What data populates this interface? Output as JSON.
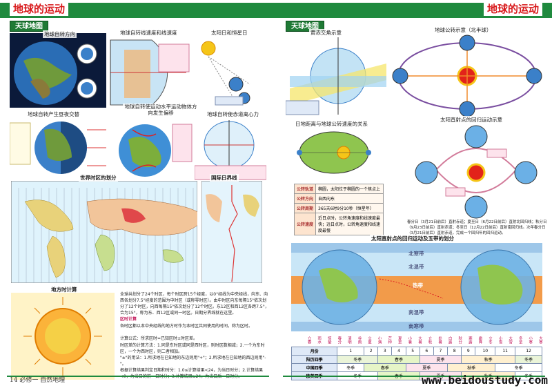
{
  "left_page": {
    "header_title": "地球的运动",
    "tag": "天球地图",
    "captions": {
      "rotation_direction": "地球自转方向",
      "linear_speed": "地球自转线速度和线速度",
      "solar_day": "太阳日和恒星日",
      "day_night": "地球自转产生昼夜交替",
      "deflection": "地球自转使运动水平运动物体方向发生偏移",
      "flattening": "地球自转使赤道离心力",
      "time_zones": "世界时区的划分",
      "date_line": "国际日界线",
      "time_calc": "地方时计算"
    },
    "calc": {
      "subtitle": "区时计算",
      "p1": "全球共划分了24个时区，每个时区跨15个经度，以0°经线为中央经线，向东、向西各划分7.5°经度的范围为中时区（或称零时区）。由中时区向东每隔15°依次划分了12个时区，向西每隔15°依次划分了12个时区。东12区和西12区各跨7.5°，合为15°，称为东、西12区或同一时区。日期分界线就在这里。",
      "p2": "各时区都以本中央经线的地方时作为本时区共同使用的时间，称为区时。",
      "p3": "计算公式：所求区时=已知区时±时区差。",
      "p4": "时区差的计算方法：1.同是东时区或同是西时区，则时区数相减；2.一个为东时区，一个为西时区，则二者相加。",
      "p5": "\"±\"的用法：1.所求地在已知地的东边则用\"+\"；2.所求地在已知地的西边则用\"-\"。",
      "p6": "根据计算结果判定日期和时分：1.0≤计算结果<24，为当日时分；2.计算结果<0，为当日的前一日时分；3.计算结果≥24，为当日后一日时分。"
    },
    "footer": "14  必修一  自然地理"
  },
  "right_page": {
    "header_title": "地球的运动",
    "tag": "天球地图",
    "captions": {
      "obliquity": "黄赤交角示意",
      "orbit": "地球公转示意（北半球）",
      "orbit_speed": "日地距离与地球公转速度的关系",
      "direct_point": "太阳直射点的回归运动示意",
      "zones": "太阳直射点的回归运动及五带的划分"
    },
    "orbit_facts": [
      {
        "k": "公转轨道",
        "v": "椭圆，太阳位于椭圆的一个焦点上"
      },
      {
        "k": "公转方向",
        "v": "自西向东"
      },
      {
        "k": "公转周期",
        "v": "365天6时9分10秒（恒星年）"
      },
      {
        "k": "公转速度",
        "v": "近日点时，公转角速度和线速度最快；远日点时，公转角速度和线速度最慢"
      }
    ],
    "direct_point_text": "春分日（3月21日前后）直射赤道；夏至日（6月22日前后）直射北回归线；秋分日（9月23日前后）直射赤道；冬至日（12月22日前后）直射南回归线。次年春分日（3月21日前后）直射赤道，完成一个回归年的回归运动。",
    "solar_terms": [
      "立春",
      "雨水",
      "惊蛰",
      "春分",
      "清明",
      "谷雨",
      "立夏",
      "小满",
      "芒种",
      "夏至",
      "小暑",
      "大暑",
      "立秋",
      "处暑",
      "白露",
      "秋分",
      "寒露",
      "霜降",
      "立冬",
      "小雪",
      "大雪",
      "冬至",
      "小寒",
      "大寒"
    ],
    "seasons_table": {
      "months_label": "月份",
      "months": [
        "1",
        "2",
        "3",
        "4",
        "5",
        "6",
        "7",
        "8",
        "9",
        "10",
        "11",
        "12"
      ],
      "rows": [
        {
          "k": "阳历四季",
          "v": [
            "冬季",
            "春季",
            "夏季",
            "秋季",
            "冬季"
          ]
        },
        {
          "k": "中国四季",
          "v": [
            "冬季",
            "春季",
            "夏季",
            "秋季",
            "冬季"
          ]
        },
        {
          "k": "欧美四季",
          "v": [
            "冬季",
            "春季",
            "夏季",
            "秋季",
            "冬季"
          ]
        }
      ]
    },
    "zone_labels": {
      "north_frigid": "北寒带",
      "north_temperate": "北温带",
      "tropical": "热带",
      "south_temperate": "南温带",
      "south_frigid": "南寒带"
    },
    "watermark": "www.beidoustudy.com"
  },
  "colors": {
    "header_green": "#1f8a3e",
    "title_red": "#d8191b",
    "tropics_orange": "#f08a2a"
  }
}
